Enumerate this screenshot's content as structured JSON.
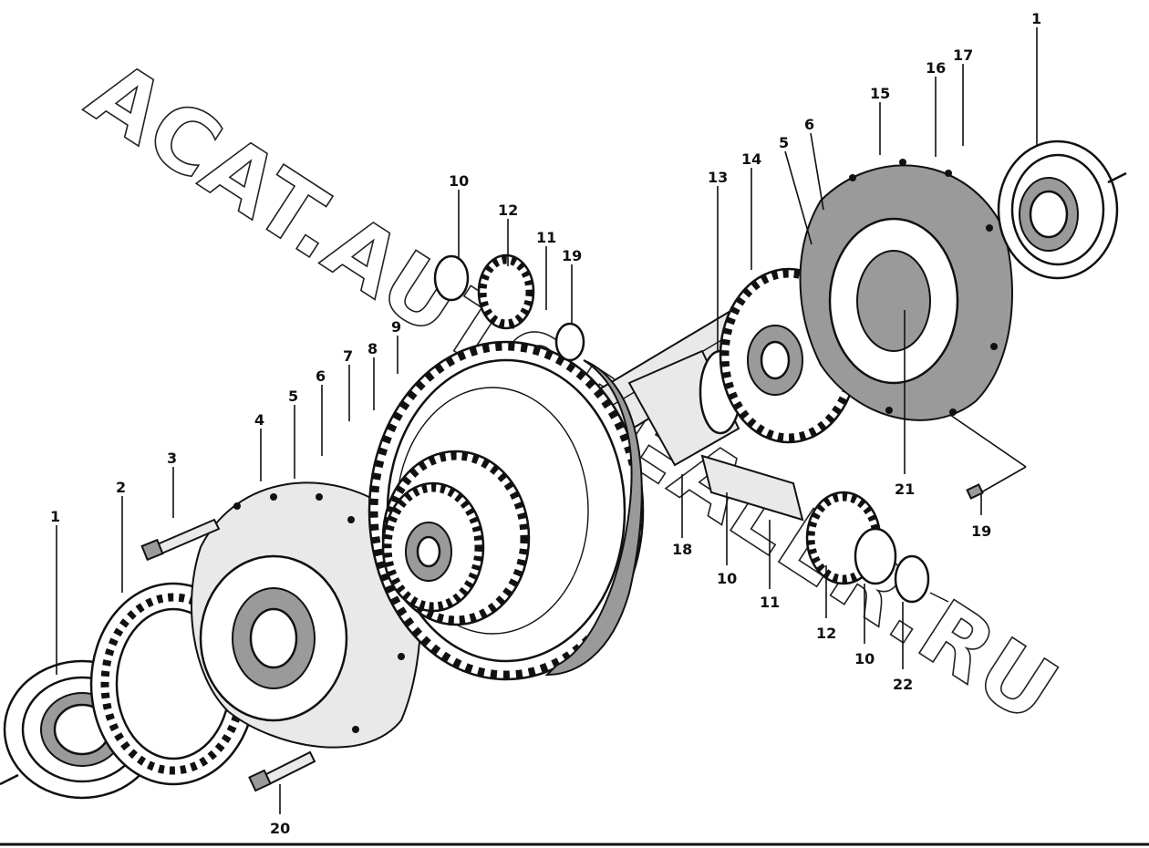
{
  "watermark": {
    "text": "ACAT.AUTODEALER.RU"
  },
  "callouts": [
    {
      "id": "c1a",
      "label": "1"
    },
    {
      "id": "c2",
      "label": "2"
    },
    {
      "id": "c3",
      "label": "3"
    },
    {
      "id": "c4",
      "label": "4"
    },
    {
      "id": "c5a",
      "label": "5"
    },
    {
      "id": "c6a",
      "label": "6"
    },
    {
      "id": "c7",
      "label": "7"
    },
    {
      "id": "c8",
      "label": "8"
    },
    {
      "id": "c9",
      "label": "9"
    },
    {
      "id": "c10a",
      "label": "10"
    },
    {
      "id": "c12a",
      "label": "12"
    },
    {
      "id": "c11a",
      "label": "11"
    },
    {
      "id": "c19a",
      "label": "19"
    },
    {
      "id": "c13",
      "label": "13"
    },
    {
      "id": "c14",
      "label": "14"
    },
    {
      "id": "c5b",
      "label": "5"
    },
    {
      "id": "c6b",
      "label": "6"
    },
    {
      "id": "c15",
      "label": "15"
    },
    {
      "id": "c16",
      "label": "16"
    },
    {
      "id": "c17",
      "label": "17"
    },
    {
      "id": "c1b",
      "label": "1"
    },
    {
      "id": "c21",
      "label": "21"
    },
    {
      "id": "c19b",
      "label": "19"
    },
    {
      "id": "c18",
      "label": "18"
    },
    {
      "id": "c10b",
      "label": "10"
    },
    {
      "id": "c11b",
      "label": "11"
    },
    {
      "id": "c12b",
      "label": "12"
    },
    {
      "id": "c10c",
      "label": "10"
    },
    {
      "id": "c22",
      "label": "22"
    },
    {
      "id": "c20",
      "label": "20"
    }
  ]
}
